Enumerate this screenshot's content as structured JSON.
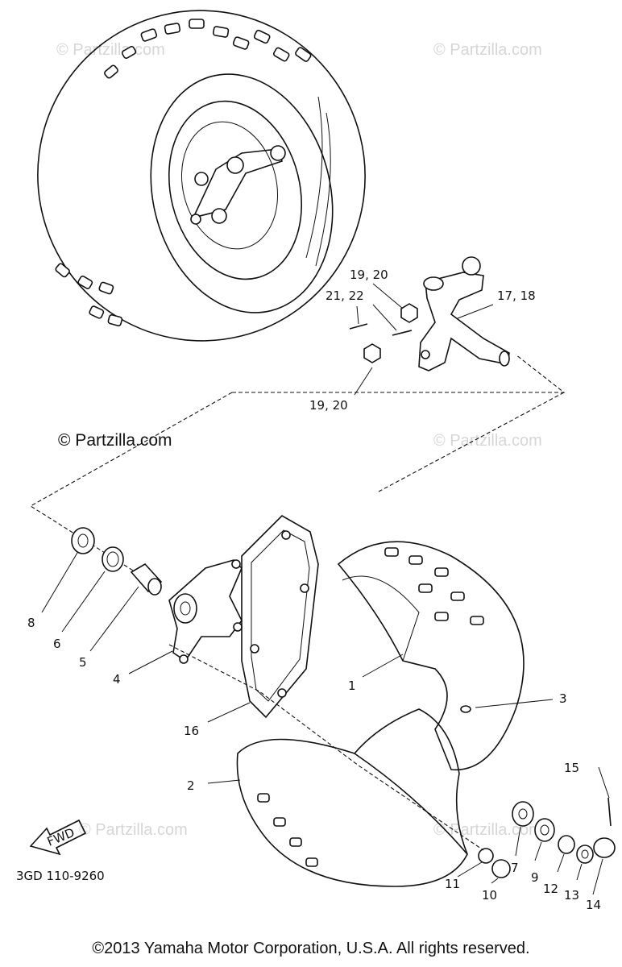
{
  "watermarks": {
    "top_left": "© Partzilla.com",
    "top_right": "© Partzilla.com",
    "mid_right": "© Partzilla.com",
    "bottom_left": "© Partzilla.com",
    "bottom_right": "© Partzilla.com"
  },
  "copyright_main": "© Partzilla.com",
  "diagram_code": "3GD 110-9260",
  "fwd_label": "FWD",
  "callouts": {
    "c19_20_top": "19, 20",
    "c21_22": "21, 22",
    "c17_18": "17, 18",
    "c19_20_bottom": "19, 20",
    "c8": "8",
    "c6": "6",
    "c5": "5",
    "c4": "4",
    "c1": "1",
    "c3": "3",
    "c16": "16",
    "c2": "2",
    "c15": "15",
    "c7": "7",
    "c9": "9",
    "c12": "12",
    "c13": "13",
    "c14": "14",
    "c11": "11",
    "c10": "10"
  },
  "footer": "©2013 Yamaha Motor Corporation, U.S.A. All rights reserved."
}
